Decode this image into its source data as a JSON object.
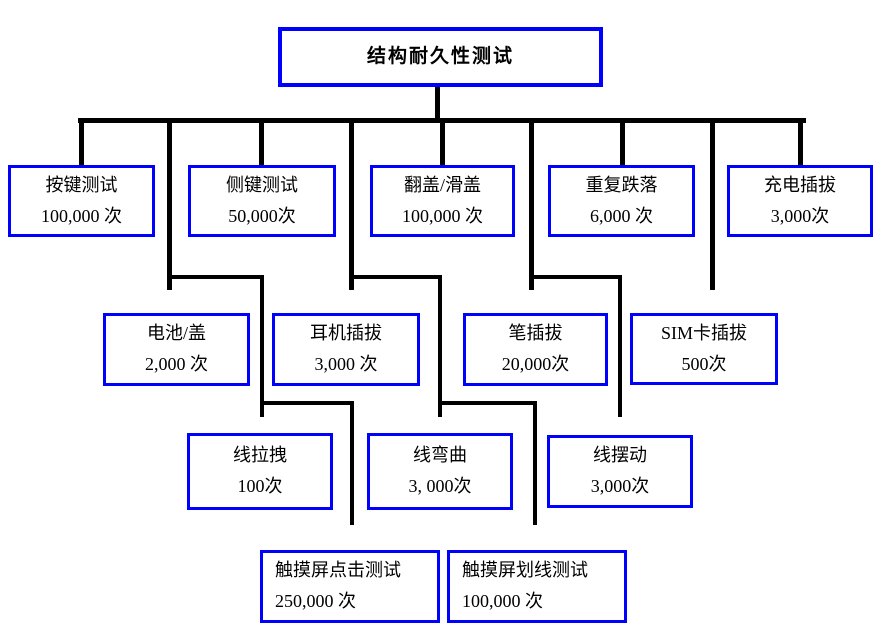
{
  "diagram": {
    "type": "tree",
    "colors": {
      "box_border": "#0000ff",
      "connector": "#000000",
      "background": "#ffffff",
      "text": "#000000"
    },
    "root": {
      "title": "结构耐久性测试"
    },
    "level1": [
      {
        "title": "按键测试",
        "count": "100,000 次"
      },
      {
        "title": "侧键测试",
        "count": "50,000次"
      },
      {
        "title": "翻盖/滑盖",
        "count": "100,000 次"
      },
      {
        "title": "重复跌落",
        "count": "6,000 次"
      },
      {
        "title": "充电插拔",
        "count": "3,000次"
      }
    ],
    "level2": [
      {
        "title": "电池/盖",
        "count": "2,000 次"
      },
      {
        "title": "耳机插拔",
        "count": "3,000 次"
      },
      {
        "title": "笔插拔",
        "count": "20,000次"
      },
      {
        "title": "SIM卡插拔",
        "count": "500次"
      }
    ],
    "level3": [
      {
        "title": "线拉拽",
        "count": "100次"
      },
      {
        "title": "线弯曲",
        "count": "3, 000次"
      },
      {
        "title": "线摆动",
        "count": "3,000次"
      }
    ],
    "level4": [
      {
        "title": "触摸屏点击测试",
        "count": "250,000 次"
      },
      {
        "title": "触摸屏划线测试",
        "count": "100,000 次"
      }
    ]
  }
}
